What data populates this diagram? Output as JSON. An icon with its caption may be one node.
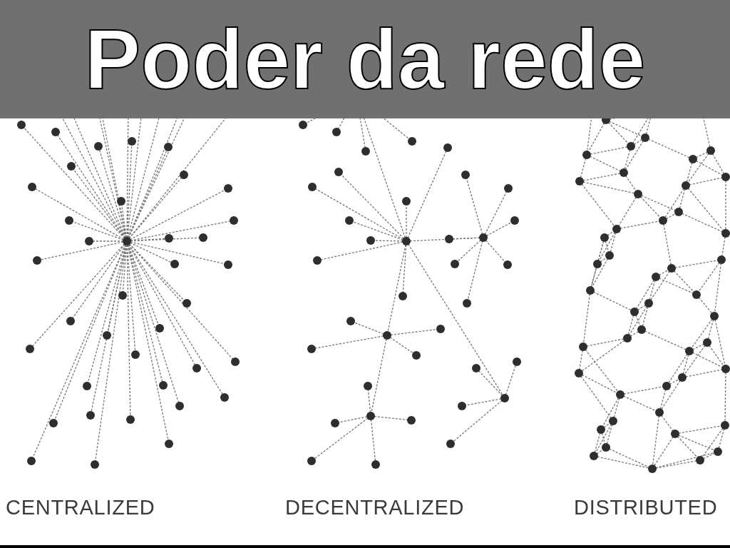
{
  "diagram": {
    "title": "Poder da rede",
    "nodes": [
      {
        "text": [],
        "shape": "picture",
        "beside": [
          "CENTRALIZED"
        ]
      },
      {
        "text": [],
        "shape": "picture",
        "beside": [
          "DECENTRALIZED"
        ]
      },
      {
        "text": [],
        "shape": "picture",
        "beside": [
          "DISTRIBUTED"
        ]
      }
    ]
  }
}
